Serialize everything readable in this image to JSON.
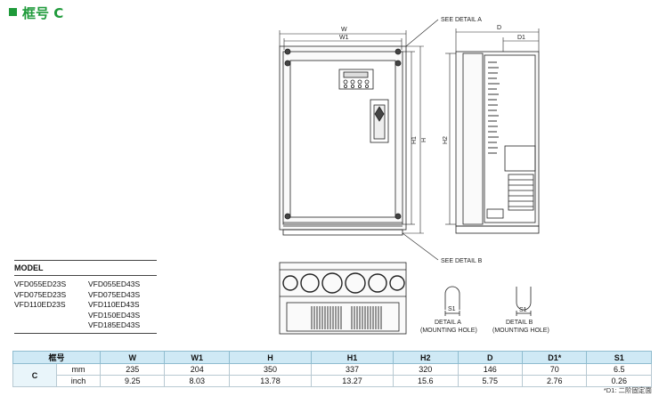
{
  "title": "框号 C",
  "labels": {
    "W": "W",
    "W1": "W1",
    "H": "H",
    "H1": "H1",
    "H2": "H2",
    "D": "D",
    "D1": "D1",
    "see_a": "SEE DETAIL A",
    "see_b": "SEE DETAIL B",
    "detail_a": "DETAIL A",
    "detail_b": "DETAIL B",
    "mounting": "(MOUNTING HOLE)",
    "S1": "S1"
  },
  "models": {
    "header": "MODEL",
    "col1": [
      "VFD055ED23S",
      "VFD075ED23S",
      "VFD110ED23S"
    ],
    "col2": [
      "VFD055ED43S",
      "VFD075ED43S",
      "VFD110ED43S",
      "VFD150ED43S",
      "VFD185ED43S"
    ]
  },
  "table": {
    "headers": [
      "框号",
      "W",
      "W1",
      "H",
      "H1",
      "H2",
      "D",
      "D1*",
      "S1"
    ],
    "frame": "C",
    "rows": [
      {
        "unit": "mm",
        "values": [
          "235",
          "204",
          "350",
          "337",
          "320",
          "146",
          "70",
          "6.5"
        ]
      },
      {
        "unit": "inch",
        "values": [
          "9.25",
          "8.03",
          "13.78",
          "13.27",
          "15.6",
          "5.75",
          "2.76",
          "0.26"
        ]
      }
    ]
  },
  "footnote": "*D1: 二阶固定面",
  "colors": {
    "accent": "#1e9a3a",
    "header_bg": "#cfe9f5"
  }
}
